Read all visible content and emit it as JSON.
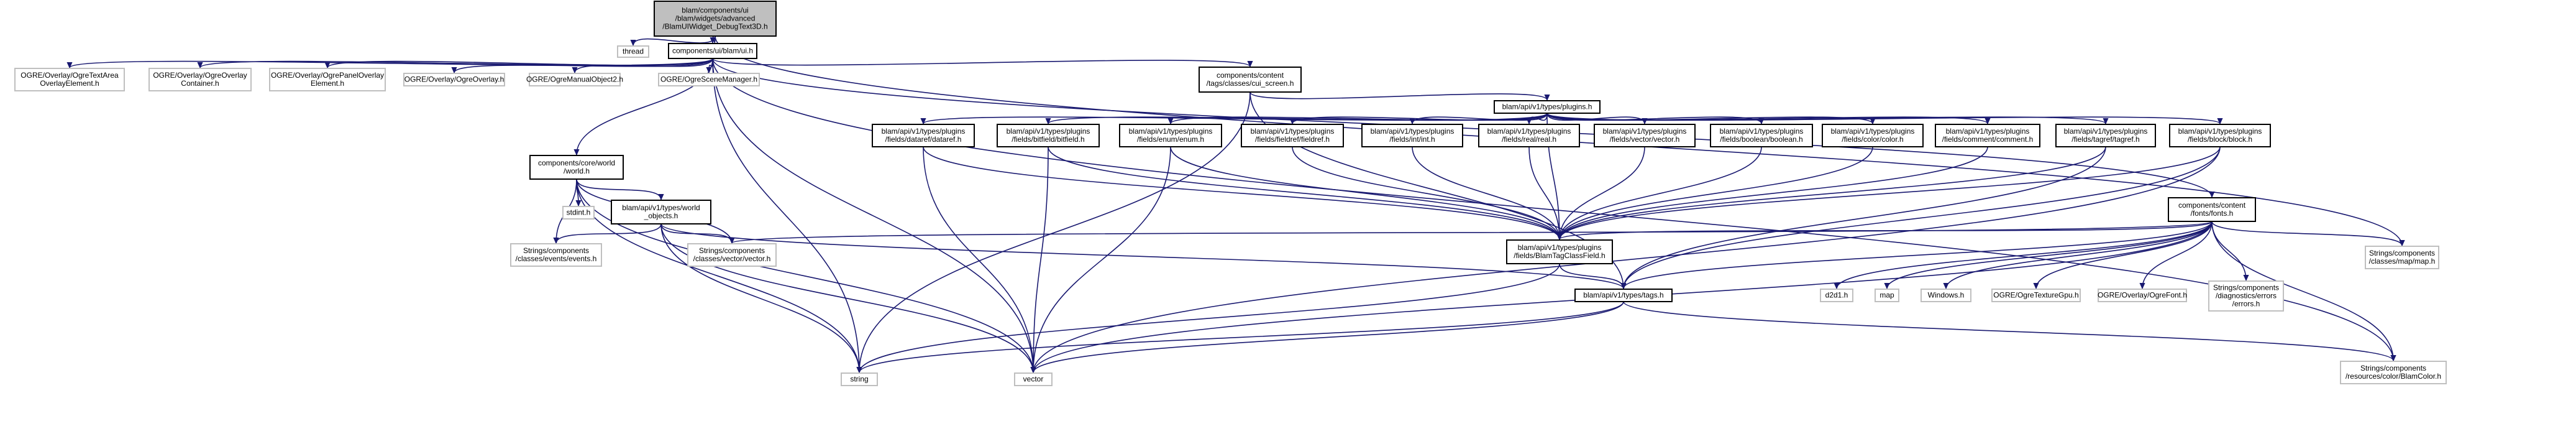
{
  "colors": {
    "edge": "#191970",
    "root_fill": "#bfbfbf",
    "root_stroke": "#000000",
    "node_fill": "#ffffff",
    "node_stroke": "#000000",
    "external_stroke": "#bfbfbf",
    "text": "#000000"
  },
  "nodes": [
    {
      "id": "root",
      "kind": "root",
      "lines": [
        "blam/components/ui",
        "/blam/widgets/advanced",
        "/BlamUIWidget_DebugText3D.h"
      ]
    },
    {
      "id": "thread",
      "kind": "external",
      "lines": [
        "thread"
      ]
    },
    {
      "id": "ui_h",
      "kind": "normal",
      "lines": [
        "components/ui/blam/ui.h"
      ]
    },
    {
      "id": "strings_map",
      "kind": "external",
      "lines": [
        "Strings/components",
        "/classes/map/map.h"
      ]
    },
    {
      "id": "ogre_textarea",
      "kind": "external",
      "lines": [
        "OGRE/Overlay/OgreTextArea",
        "OverlayElement.h"
      ]
    },
    {
      "id": "ogre_container",
      "kind": "external",
      "lines": [
        "OGRE/Overlay/OgreOverlay",
        "Container.h"
      ]
    },
    {
      "id": "ogre_panel",
      "kind": "external",
      "lines": [
        "OGRE/Overlay/OgrePanelOverlay",
        "Element.h"
      ]
    },
    {
      "id": "ogre_overlay",
      "kind": "external",
      "lines": [
        "OGRE/Overlay/OgreOverlay.h"
      ]
    },
    {
      "id": "ogre_manual",
      "kind": "external",
      "lines": [
        "OGRE/OgreManualObject2.h"
      ]
    },
    {
      "id": "ogre_scene",
      "kind": "external",
      "lines": [
        "OGRE/OgreSceneManager.h"
      ]
    },
    {
      "id": "cui_screen",
      "kind": "normal",
      "lines": [
        "components/content",
        "/tags/classes/cui_screen.h"
      ]
    },
    {
      "id": "plugins_h",
      "kind": "normal",
      "lines": [
        "blam/api/v1/types/plugins.h"
      ]
    },
    {
      "id": "dataref",
      "kind": "normal",
      "lines": [
        "blam/api/v1/types/plugins",
        "/fields/dataref/dataref.h"
      ]
    },
    {
      "id": "bitfield",
      "kind": "normal",
      "lines": [
        "blam/api/v1/types/plugins",
        "/fields/bitfield/bitfield.h"
      ]
    },
    {
      "id": "enum",
      "kind": "normal",
      "lines": [
        "blam/api/v1/types/plugins",
        "/fields/enum/enum.h"
      ]
    },
    {
      "id": "fieldref",
      "kind": "normal",
      "lines": [
        "blam/api/v1/types/plugins",
        "/fields/fieldref/fieldref.h"
      ]
    },
    {
      "id": "int_h",
      "kind": "normal",
      "lines": [
        "blam/api/v1/types/plugins",
        "/fields/int/int.h"
      ]
    },
    {
      "id": "real_h",
      "kind": "normal",
      "lines": [
        "blam/api/v1/types/plugins",
        "/fields/real/real.h"
      ]
    },
    {
      "id": "vector_h",
      "kind": "normal",
      "lines": [
        "blam/api/v1/types/plugins",
        "/fields/vector/vector.h"
      ]
    },
    {
      "id": "boolean_h",
      "kind": "normal",
      "lines": [
        "blam/api/v1/types/plugins",
        "/fields/boolean/boolean.h"
      ]
    },
    {
      "id": "color_h",
      "kind": "normal",
      "lines": [
        "blam/api/v1/types/plugins",
        "/fields/color/color.h"
      ]
    },
    {
      "id": "comment_h",
      "kind": "normal",
      "lines": [
        "blam/api/v1/types/plugins",
        "/fields/comment/comment.h"
      ]
    },
    {
      "id": "tagref_h",
      "kind": "normal",
      "lines": [
        "blam/api/v1/types/plugins",
        "/fields/tagref/tagref.h"
      ]
    },
    {
      "id": "block_h",
      "kind": "normal",
      "lines": [
        "blam/api/v1/types/plugins",
        "/fields/block/block.h"
      ]
    },
    {
      "id": "core_world",
      "kind": "normal",
      "lines": [
        "components/core/world",
        "/world.h"
      ]
    },
    {
      "id": "stdint",
      "kind": "external",
      "lines": [
        "stdint.h"
      ]
    },
    {
      "id": "world_objects",
      "kind": "normal",
      "lines": [
        "blam/api/v1/types/world",
        "_objects.h"
      ]
    },
    {
      "id": "fonts_h",
      "kind": "normal",
      "lines": [
        "components/content",
        "/fonts/fonts.h"
      ]
    },
    {
      "id": "tagclassfield",
      "kind": "normal",
      "lines": [
        "blam/api/v1/types/plugins",
        "/fields/BlamTagClassField.h"
      ]
    },
    {
      "id": "strings_events",
      "kind": "external",
      "lines": [
        "Strings/components",
        "/classes/events/events.h"
      ]
    },
    {
      "id": "strings_vector",
      "kind": "external",
      "lines": [
        "Strings/components",
        "/classes/vector/vector.h"
      ]
    },
    {
      "id": "tags_h",
      "kind": "normal",
      "lines": [
        "blam/api/v1/types/tags.h"
      ]
    },
    {
      "id": "d2d1",
      "kind": "external",
      "lines": [
        "d2d1.h"
      ]
    },
    {
      "id": "map",
      "kind": "external",
      "lines": [
        "map"
      ]
    },
    {
      "id": "windows",
      "kind": "external",
      "lines": [
        "Windows.h"
      ]
    },
    {
      "id": "ogre_texture",
      "kind": "external",
      "lines": [
        "OGRE/OgreTextureGpu.h"
      ]
    },
    {
      "id": "ogre_font",
      "kind": "external",
      "lines": [
        "OGRE/Overlay/OgreFont.h"
      ]
    },
    {
      "id": "strings_errors",
      "kind": "external",
      "lines": [
        "Strings/components",
        "/diagnostics/errors",
        "/errors.h"
      ]
    },
    {
      "id": "string",
      "kind": "external",
      "lines": [
        "string"
      ]
    },
    {
      "id": "vector",
      "kind": "external",
      "lines": [
        "vector"
      ]
    },
    {
      "id": "blamcolor",
      "kind": "external",
      "lines": [
        "Strings/components",
        "/resources/color/BlamColor.h"
      ]
    }
  ],
  "edges": [
    [
      "root",
      "thread"
    ],
    [
      "root",
      "ui_h"
    ],
    [
      "root",
      "strings_map"
    ],
    [
      "ui_h",
      "ogre_textarea"
    ],
    [
      "ui_h",
      "ogre_container"
    ],
    [
      "ui_h",
      "ogre_panel"
    ],
    [
      "ui_h",
      "ogre_overlay"
    ],
    [
      "ui_h",
      "ogre_manual"
    ],
    [
      "ui_h",
      "ogre_scene"
    ],
    [
      "ui_h",
      "cui_screen"
    ],
    [
      "ui_h",
      "core_world"
    ],
    [
      "ui_h",
      "fonts_h"
    ],
    [
      "ui_h",
      "string"
    ],
    [
      "ui_h",
      "vector"
    ],
    [
      "ui_h",
      "blamcolor"
    ],
    [
      "cui_screen",
      "plugins_h"
    ],
    [
      "cui_screen",
      "string"
    ],
    [
      "cui_screen",
      "tags_h"
    ],
    [
      "plugins_h",
      "dataref"
    ],
    [
      "plugins_h",
      "bitfield"
    ],
    [
      "plugins_h",
      "enum"
    ],
    [
      "plugins_h",
      "fieldref"
    ],
    [
      "plugins_h",
      "int_h"
    ],
    [
      "plugins_h",
      "real_h"
    ],
    [
      "plugins_h",
      "vector_h"
    ],
    [
      "plugins_h",
      "boolean_h"
    ],
    [
      "plugins_h",
      "color_h"
    ],
    [
      "plugins_h",
      "comment_h"
    ],
    [
      "plugins_h",
      "tagref_h"
    ],
    [
      "plugins_h",
      "block_h"
    ],
    [
      "plugins_h",
      "tagclassfield"
    ],
    [
      "dataref",
      "tagclassfield"
    ],
    [
      "dataref",
      "vector"
    ],
    [
      "bitfield",
      "tagclassfield"
    ],
    [
      "bitfield",
      "vector"
    ],
    [
      "enum",
      "tagclassfield"
    ],
    [
      "enum",
      "vector"
    ],
    [
      "fieldref",
      "tagclassfield"
    ],
    [
      "int_h",
      "tagclassfield"
    ],
    [
      "real_h",
      "tagclassfield"
    ],
    [
      "vector_h",
      "tagclassfield"
    ],
    [
      "boolean_h",
      "tagclassfield"
    ],
    [
      "color_h",
      "tagclassfield"
    ],
    [
      "comment_h",
      "tagclassfield"
    ],
    [
      "tagref_h",
      "tagclassfield"
    ],
    [
      "tagref_h",
      "tags_h"
    ],
    [
      "block_h",
      "tagclassfield"
    ],
    [
      "block_h",
      "tags_h"
    ],
    [
      "block_h",
      "vector"
    ],
    [
      "tagclassfield",
      "tags_h"
    ],
    [
      "tagclassfield",
      "string"
    ],
    [
      "core_world",
      "stdint"
    ],
    [
      "core_world",
      "world_objects"
    ],
    [
      "core_world",
      "strings_events"
    ],
    [
      "core_world",
      "strings_vector"
    ],
    [
      "core_world",
      "string"
    ],
    [
      "core_world",
      "vector"
    ],
    [
      "world_objects",
      "strings_events"
    ],
    [
      "world_objects",
      "strings_vector"
    ],
    [
      "world_objects",
      "tags_h"
    ],
    [
      "world_objects",
      "string"
    ],
    [
      "world_objects",
      "vector"
    ],
    [
      "fonts_h",
      "d2d1"
    ],
    [
      "fonts_h",
      "map"
    ],
    [
      "fonts_h",
      "windows"
    ],
    [
      "fonts_h",
      "ogre_texture"
    ],
    [
      "fonts_h",
      "ogre_font"
    ],
    [
      "fonts_h",
      "strings_errors"
    ],
    [
      "fonts_h",
      "strings_map"
    ],
    [
      "fonts_h",
      "tags_h"
    ],
    [
      "fonts_h",
      "tagclassfield"
    ],
    [
      "fonts_h",
      "strings_vector"
    ],
    [
      "fonts_h",
      "blamcolor"
    ],
    [
      "fonts_h",
      "vector"
    ],
    [
      "tags_h",
      "string"
    ],
    [
      "tags_h",
      "vector"
    ],
    [
      "tags_h",
      "blamcolor"
    ]
  ]
}
